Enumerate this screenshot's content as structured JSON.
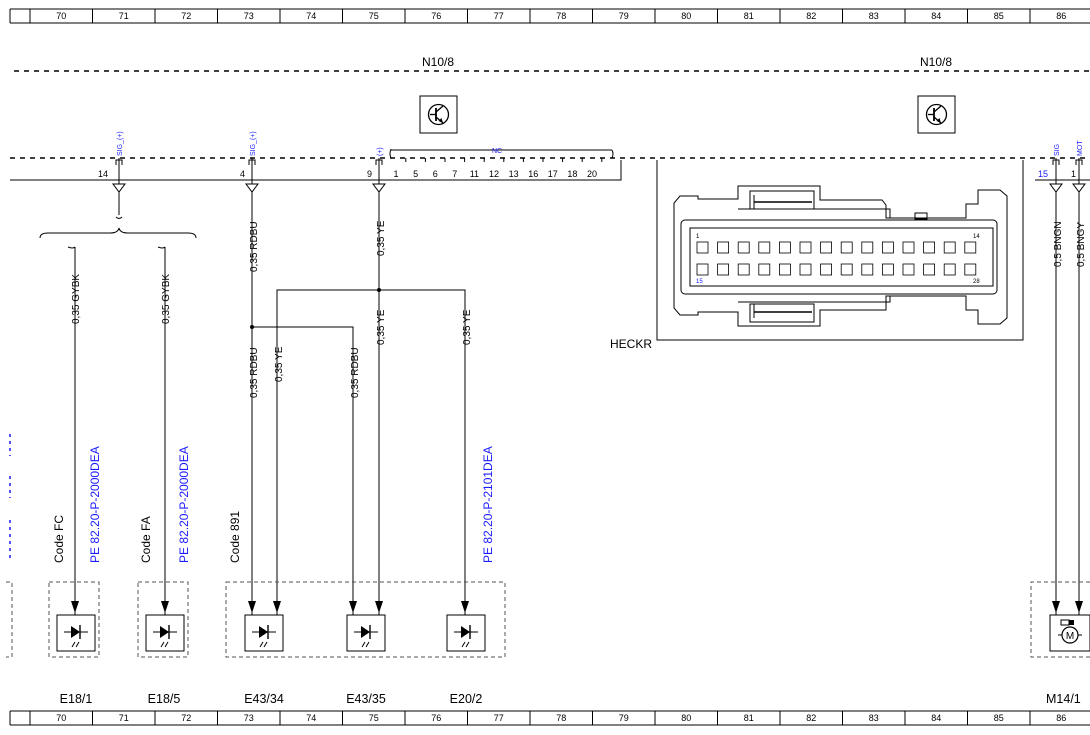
{
  "ruler": {
    "numbers": [
      "70",
      "71",
      "72",
      "73",
      "74",
      "75",
      "76",
      "77",
      "78",
      "79",
      "80",
      "81",
      "82",
      "83",
      "84",
      "85",
      "86"
    ]
  },
  "modules": {
    "left_title": "N10/8",
    "right_title": "N10/8",
    "transistor_icon": "transistor-icon"
  },
  "connector_pins": {
    "p14": "14",
    "p4": "4",
    "p9": "9",
    "p15": "15",
    "p1_right": "1",
    "nc_pins": [
      "1",
      "5",
      "6",
      "7",
      "11",
      "12",
      "13",
      "16",
      "17",
      "18",
      "20"
    ],
    "nc_label": "NC"
  },
  "signal_labels": {
    "sig_plus_a": "SIG_(+)",
    "sig_plus_b": "SIG_(+)",
    "plus_c": "(+)",
    "sig_right": "SIG",
    "mot_right": "MOT"
  },
  "wires": {
    "gybk_1": "0,35 GYBK",
    "gybk_2": "0,35 GYBK",
    "rdbu_top": "0,35 RDBU",
    "ye_top": "0,35 YE",
    "rdbu_1": "0,35 RDBU",
    "ye_1": "0,35 YE",
    "rdbu_2": "0,35 RDBU",
    "ye_2": "0,35 YE",
    "ye_3": "0,35 YE",
    "bngn": "0,5 BNGN",
    "bngy": "0,5 BNGY"
  },
  "codes": {
    "fc": "Code FC",
    "fa": "Code FA",
    "c891": "Code 891"
  },
  "pe_refs": {
    "pe1": "PE 82.20-P-2000DEA",
    "pe2": "PE 82.20-P-2000DEA",
    "pe3": "PE 82.20-P-2101DEA"
  },
  "components": {
    "e18_1": "E18/1",
    "e18_5": "E18/5",
    "e43_34": "E43/34",
    "e43_35": "E43/35",
    "e20_2": "E20/2",
    "m14_1": "M14/1",
    "heckr": "HECKR",
    "conn_pin_1": "1",
    "conn_pin_14": "14",
    "conn_pin_15": "15",
    "conn_pin_28": "28"
  }
}
